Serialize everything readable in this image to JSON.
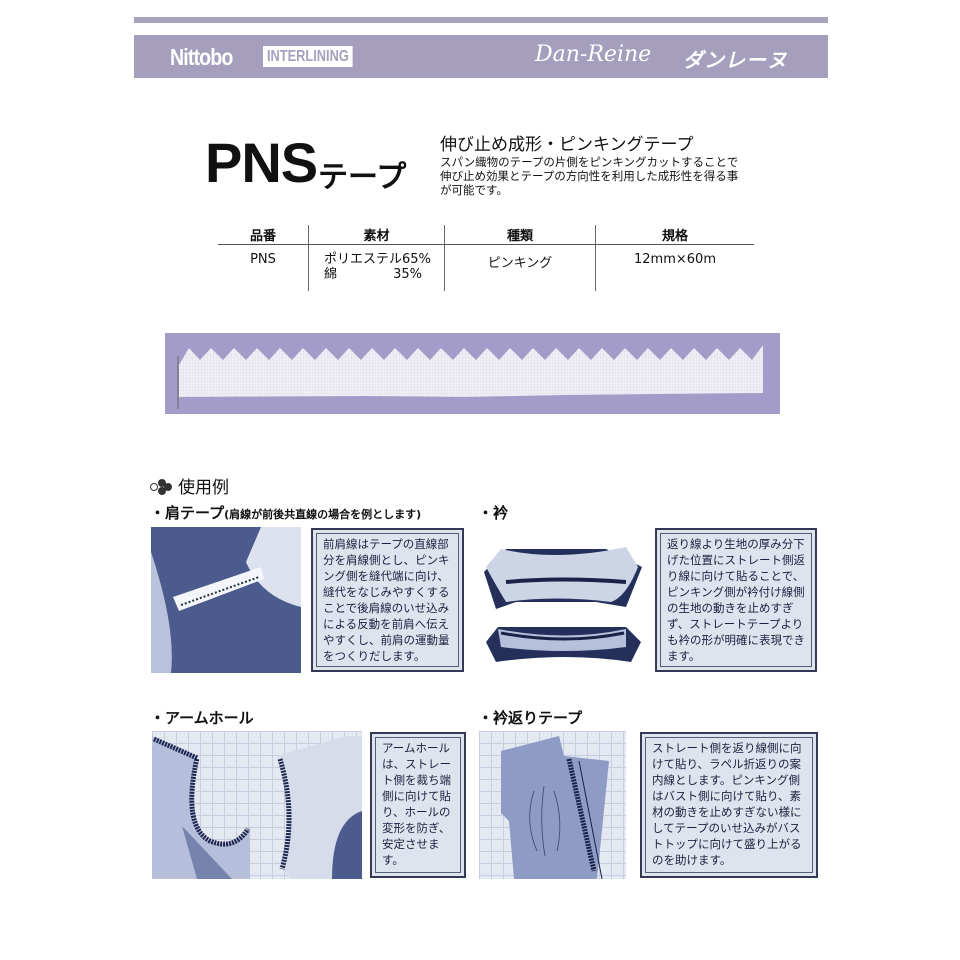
{
  "header": {
    "brand": "Nittobo",
    "brand_tag": "INTERLINING",
    "product_line": "Dan-Reine",
    "product_line_kana": "ダンレーヌ",
    "accent_color": "#a59fbd"
  },
  "product": {
    "code": "PNS",
    "title_kana": "テープ",
    "subtitle": "伸び止め成形・ピンキングテープ",
    "description": "スパン織物のテープの片側をピンキングカットすることで伸び止め効果とテープの方向性を利用した成形性を得る事が可能です。"
  },
  "spec_table": {
    "headers": [
      "品番",
      "素材",
      "種類",
      "規格"
    ],
    "rows": [
      {
        "code": "PNS",
        "material_line1": "ポリエステル65%",
        "material_line2_label": "綿",
        "material_line2_pct": "35%",
        "type": "ピンキング",
        "size": "12mm×60m"
      }
    ]
  },
  "sample_image": {
    "label": "pinking-tape-sample",
    "background": "#a39cc9"
  },
  "usage": {
    "heading": "使用例",
    "sections": [
      {
        "title": "・肩テープ",
        "note": "(肩線が前後共直線の場合を例とします)",
        "text": "前肩線はテープの直線部分を肩線側とし、ピンキング側を縫代端に向け、縫代をなじみやすくすることで後肩線のいせ込みによる反動を前肩へ伝えやすくし、前肩の運動量をつくりだします。"
      },
      {
        "title": "・衿",
        "text": "返り線より生地の厚み分下げた位置にストレート側返り線に向けて貼ることで、ピンキング側が衿付け線側の生地の動きを止めすぎず、ストレートテープよりも衿の形が明確に表現できます。"
      },
      {
        "title": "・アームホール",
        "text": "アームホールは、ストレート側を裁ち端側に向けて貼り、ホールの変形を防ぎ、安定させます。"
      },
      {
        "title": "・衿返りテープ",
        "text": "ストレート側を返り線側に向けて貼り、ラペル折返りの案内線とします。ピンキング側はバスト側に向けて貼り、素材の動きを止めすぎない様にしてテープのいせ込みがバストトップに向けて盛り上がるのを助けます。"
      }
    ]
  }
}
